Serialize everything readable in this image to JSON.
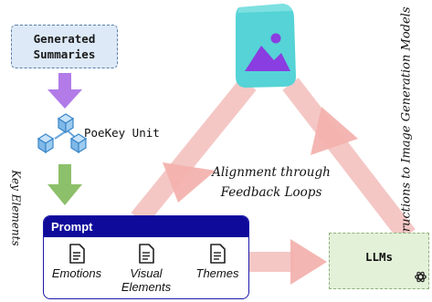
{
  "summaries": {
    "label": "Generated\nSummaries"
  },
  "poekey": {
    "label": "PoeKey Unit"
  },
  "key_elements": {
    "label": "Key Elements"
  },
  "prompt": {
    "title": "Prompt",
    "items": [
      {
        "label": "Emotions",
        "icon": "document-icon"
      },
      {
        "label": "Visual\nElements",
        "icon": "document-icon"
      },
      {
        "label": "Themes",
        "icon": "document-icon"
      }
    ]
  },
  "alignment": {
    "label": "Alignment through Feedback Loops"
  },
  "instructions": {
    "label": "Instructions to Image Generation Models"
  },
  "llms": {
    "label": "LLMs",
    "icon": "openai-icon"
  },
  "image": {
    "icon": "image-icon"
  },
  "colors": {
    "summaries_fill": "#dde9f7",
    "prompt_header": "#0f0a9a",
    "llms_fill": "#e2f1d8",
    "loop_arrow": "#f3b9b5",
    "down_arrow_purple": "#b27be8",
    "down_arrow_green": "#8dc06a",
    "cube": "#8ec3ef",
    "image_fill": "#55d3d6",
    "image_glyph": "#8a3de0"
  }
}
